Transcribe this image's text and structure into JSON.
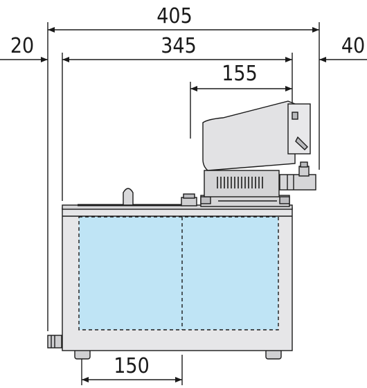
{
  "dimensions": {
    "overall_width": "405",
    "body_width": "345",
    "left_offset": "20",
    "right_offset": "40",
    "controller_width": "155",
    "inner_width": "150"
  },
  "colors": {
    "line": "#1a1a1a",
    "body_fill": "#e6e6e8",
    "tank_fill": "#bfe4f5",
    "controller_fill": "#e2e2e4",
    "dark_part": "#b9babd"
  }
}
